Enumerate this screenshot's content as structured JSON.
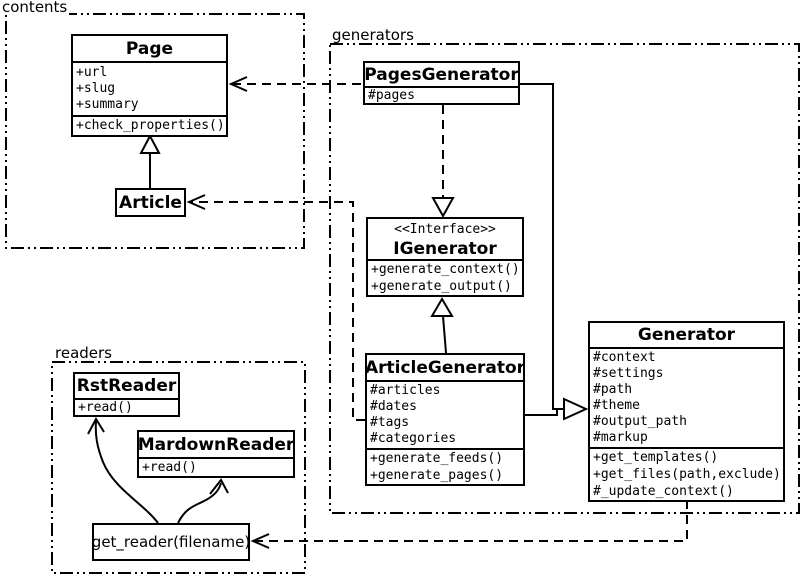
{
  "diagram": {
    "packages": {
      "contents": "contents",
      "generators": "generators",
      "readers": "readers"
    },
    "classes": {
      "page": {
        "name": "Page",
        "attributes": [
          "+url",
          "+slug",
          "+summary"
        ],
        "methods": [
          "+check_properties()"
        ]
      },
      "article": {
        "name": "Article"
      },
      "pages_generator": {
        "name": "PagesGenerator",
        "attributes": [
          "#pages"
        ]
      },
      "igenerator": {
        "stereotype": "<<Interface>>",
        "name": "IGenerator",
        "methods": [
          "+generate_context()",
          "+generate_output()"
        ]
      },
      "article_generator": {
        "name": "ArticleGenerator",
        "attributes": [
          "#articles",
          "#dates",
          "#tags",
          "#categories"
        ],
        "methods": [
          "+generate_feeds()",
          "+generate_pages()"
        ]
      },
      "generator": {
        "name": "Generator",
        "attributes": [
          "#context",
          "#settings",
          "#path",
          "#theme",
          "#output_path",
          "#markup"
        ],
        "methods": [
          "+get_templates()",
          "+get_files(path,exclude)",
          "#_update_context()"
        ]
      },
      "rst_reader": {
        "name": "RstReader",
        "methods": [
          "+read()"
        ]
      },
      "mardown_reader": {
        "name": "MardownReader",
        "methods": [
          "+read()"
        ]
      },
      "get_reader": {
        "name": "get_reader(filename)"
      }
    },
    "colors": {
      "line": "#000000",
      "background": "#ffffff"
    }
  }
}
